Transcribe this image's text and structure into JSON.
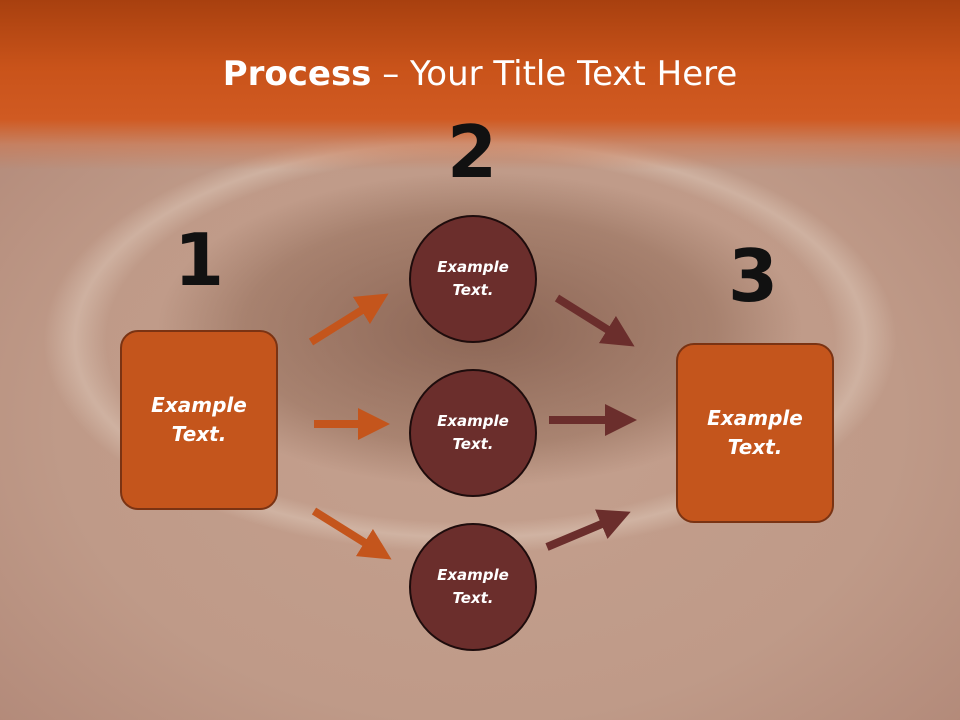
{
  "slide": {
    "title_bold": "Process",
    "title_rest": " – Your Title Text Here",
    "step_numbers": [
      "1",
      "2",
      "3"
    ],
    "left_box": "Example\nText.",
    "right_box": "Example\nText.",
    "circles": [
      "Example\nText.",
      "Example\nText.",
      "Example\nText."
    ]
  },
  "colors": {
    "header": "#c9531a",
    "box_fill": "#c4551c",
    "circle_fill": "#6b2e2c",
    "arrow_orange": "#c4551c",
    "arrow_dark": "#6b2e2c"
  }
}
